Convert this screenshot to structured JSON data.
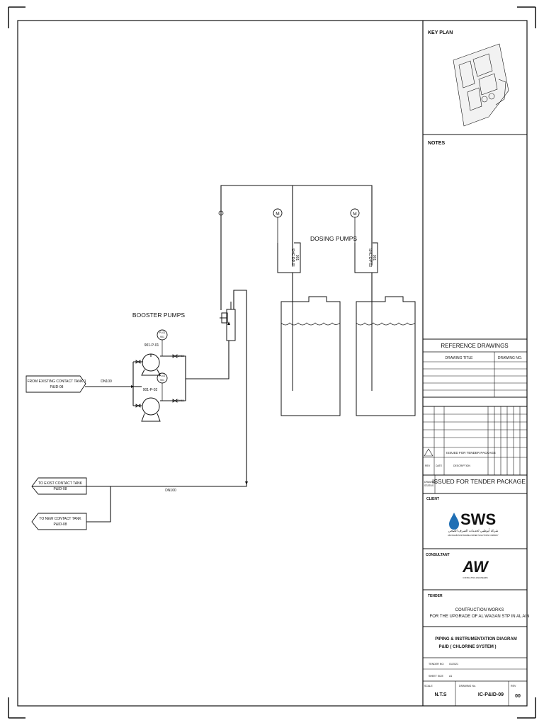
{
  "diagram": {
    "booster_label": "BOOSTER PUMPS",
    "dosing_label": "DOSING PUMPS",
    "pump1_tag": "901-P-01",
    "pump2_tag": "901-P-02",
    "pi1": [
      "PI-01",
      "901"
    ],
    "pi2": [
      "PI-01",
      "901"
    ],
    "motor_symbol": "M",
    "dp1_tag": [
      "SHC-DP-01",
      "901"
    ],
    "dp2_tag": [
      "SHC-DP-02",
      "901"
    ],
    "inlet_line": "DN100",
    "return_line": "DN100",
    "offpage_in": [
      "FROM EXISTING CONTACT TANK 1",
      "P&ID-08"
    ],
    "offpage_out1": [
      "TO EXIST CONTACT TANK",
      "P&ID-08"
    ],
    "offpage_out2": [
      "TO NEW CONTACT TANK",
      "P&ID-08"
    ],
    "tag_small": "DN50"
  },
  "title_block": {
    "key_plan": "KEY PLAN",
    "notes": "NOTES",
    "reference_drawings": "REFERENCE DRAWINGS",
    "ref_headers": [
      "DRAWING TITLE",
      "DRAWING NO."
    ],
    "rev_row": [
      "REV",
      "DATE",
      "DESCRIPTION"
    ],
    "issue_desc": "ISSUED FOR TENDER PACKAGE",
    "drawing_status_label": [
      "DRAWING",
      "STATUS"
    ],
    "drawing_status": "ISSUED FOR TENDER PACKAGE",
    "client_label": "CLIENT",
    "client_logo_text": "SWS",
    "client_arabic_line": "شركة أبوظبي لخدمات الصرف الصحي",
    "client_sub": "ABU DHABI SUSTAINABLE WATER SOLUTIONS COMPANY",
    "consultant_label": "CONSULTANT",
    "consultant_logo_text": "AW",
    "consultant_sub": "CONSULTING ENGINEERS",
    "tender_label": "TENDER",
    "tender_line1": "CONTRUCTION WORKS",
    "tender_line2": "FOR THE UPGRADE OF AL WAGAN STP IN AL AIN",
    "title_line1": "PIPING & INSTRUMENTATION DIAGRAM",
    "title_line2": "P&ID ( CHLORINE SYSTEM )",
    "tender_no_label": "TENDER NO:",
    "tender_no": "01/2021",
    "sheet_size_label": "SHEET SIZE",
    "sheet_size": "A1",
    "scale_label": "SCALE",
    "scale": "N.T.S",
    "drawing_no_label": "DRAWING No.",
    "drawing_no": "IC-P&ID-09",
    "rev_label": "REV",
    "rev": "00"
  }
}
